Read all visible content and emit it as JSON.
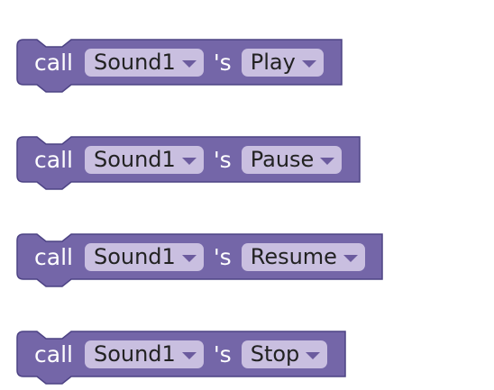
{
  "colors": {
    "block_fill": "#7466a8",
    "block_edge": "#4d4384",
    "dropdown_fill": "#c9bfe0",
    "dropdown_arrow": "#6b5b9e"
  },
  "blocks": [
    {
      "call": "call",
      "component": "Sound1",
      "possessive": "'s",
      "method": "Play"
    },
    {
      "call": "call",
      "component": "Sound1",
      "possessive": "'s",
      "method": "Pause"
    },
    {
      "call": "call",
      "component": "Sound1",
      "possessive": "'s",
      "method": "Resume"
    },
    {
      "call": "call",
      "component": "Sound1",
      "possessive": "'s",
      "method": "Stop"
    }
  ]
}
